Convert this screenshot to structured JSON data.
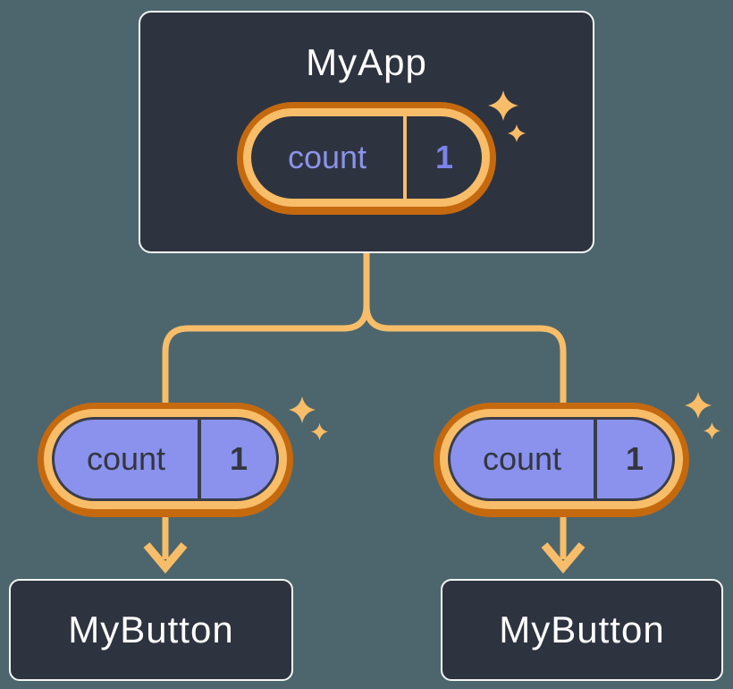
{
  "diagram": {
    "type": "component-tree",
    "root": {
      "title": "MyApp",
      "state": {
        "label": "count",
        "value": "1"
      }
    },
    "children": [
      {
        "title": "MyButton",
        "state": {
          "label": "count",
          "value": "1"
        }
      },
      {
        "title": "MyButton",
        "state": {
          "label": "count",
          "value": "1"
        }
      }
    ],
    "colors": {
      "background": "#4D666D",
      "node_fill": "#2E3340",
      "node_border": "#F5F6F2",
      "node_text": "#FFFFFF",
      "connector": "#F8BD69",
      "pill_ring_outer": "#C5690F",
      "pill_ring_inner": "#F8BD69",
      "pill_fill_root": "#2E3340",
      "pill_fill_child": "#8A92EE",
      "pill_border_child": "#3A3E4A",
      "state_label_root": "#8B93E8",
      "state_value_root": "#7C84E8",
      "state_text_child": "#33363F",
      "sparkle": "#F8BD69"
    }
  }
}
